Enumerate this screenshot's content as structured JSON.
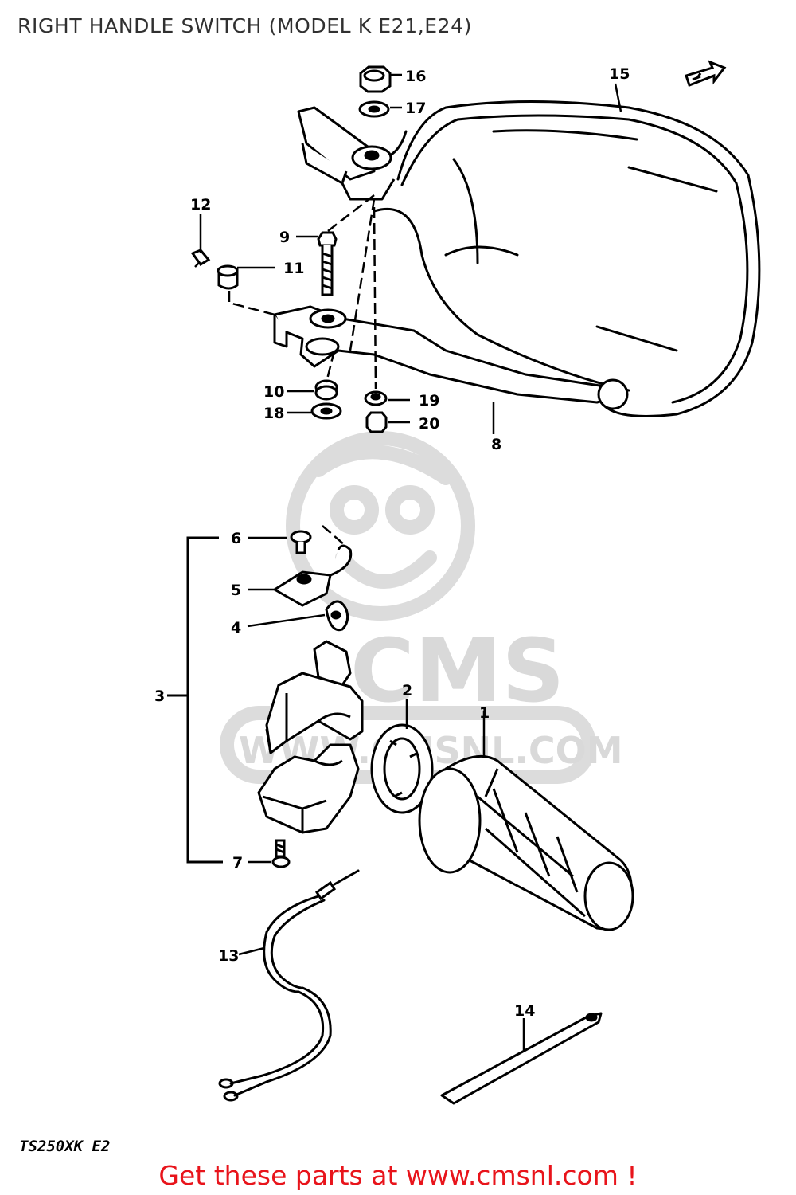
{
  "title": "RIGHT HANDLE SWITCH (MODEL K E21,E24)",
  "model_code": "TS250XK E2",
  "footer_cta": "Get these parts at www.cmsnl.com !",
  "watermark": {
    "logo_text": "CMS",
    "url_text": "WWW.CMSNL.COM"
  },
  "callouts": {
    "p1": "1",
    "p2": "2",
    "p3": "3",
    "p4": "4",
    "p5": "5",
    "p6": "6",
    "p7": "7",
    "p8": "8",
    "p9": "9",
    "p10": "10",
    "p11": "11",
    "p12": "12",
    "p13": "13",
    "p14": "14",
    "p15": "15",
    "p16": "16",
    "p17": "17",
    "p18": "18",
    "p19": "19",
    "p20": "20"
  },
  "colors": {
    "cta": "#e8141b",
    "title": "#303030",
    "watermark": "#d9d9d9",
    "linework": "#000000"
  }
}
